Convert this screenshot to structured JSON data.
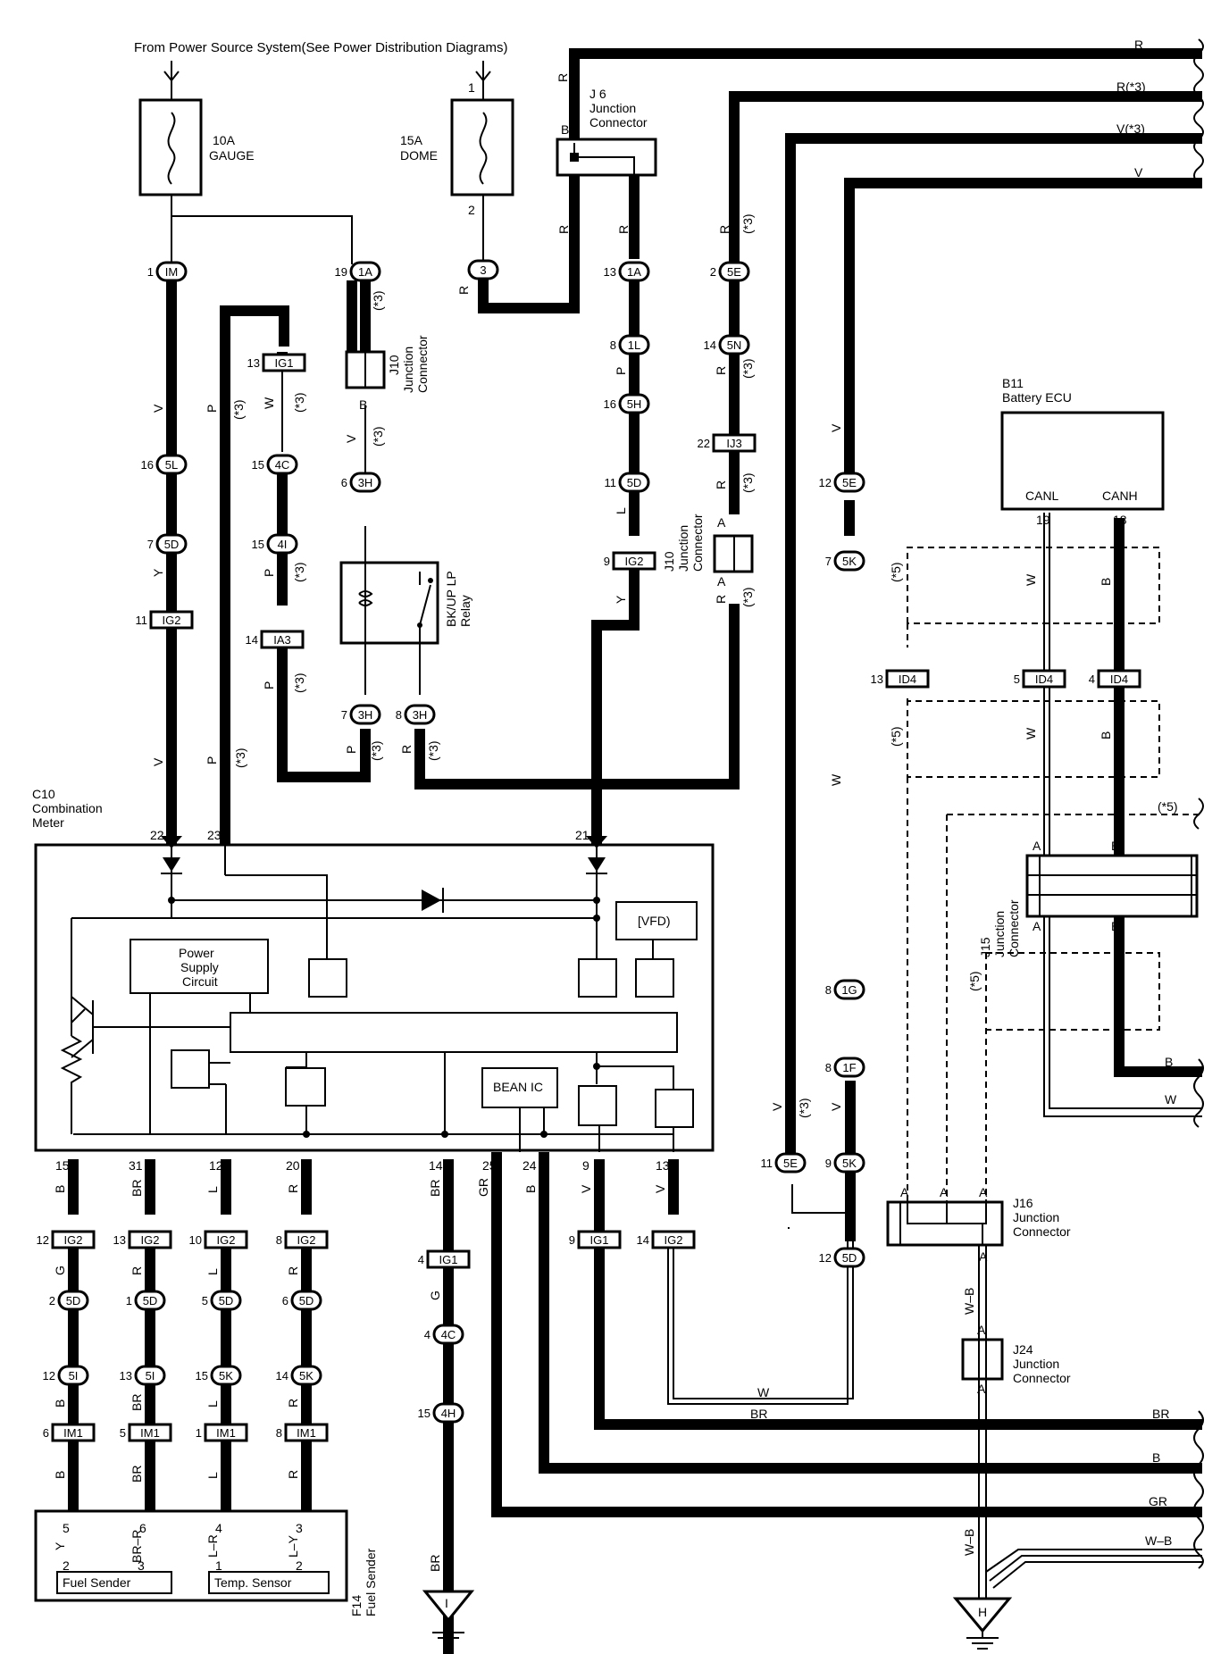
{
  "header": "From Power Source System(See Power Distribution Diagrams)",
  "fuses": [
    {
      "id": "fuse-gauge",
      "rating": "10A",
      "name": "GAUGE",
      "pins": [
        "",
        ""
      ]
    },
    {
      "id": "fuse-dome",
      "rating": "15A",
      "name": "DOME",
      "pins": [
        "1",
        "2"
      ]
    }
  ],
  "components": {
    "j6": [
      "J 6",
      "Junction",
      "Connector"
    ],
    "j10a": [
      "J10",
      "Junction",
      "Connector"
    ],
    "j10b": [
      "J10",
      "Junction",
      "Connector"
    ],
    "relay": [
      "BK/UP LP",
      "Relay"
    ],
    "b11": [
      "B11",
      "Battery ECU"
    ],
    "c10": [
      "C10",
      "Combination",
      "Meter"
    ],
    "j15": [
      "J15",
      "Junction",
      "Connector"
    ],
    "j16": [
      "J16",
      "Junction",
      "Connector"
    ],
    "j24": [
      "J24",
      "Junction",
      "Connector"
    ],
    "f14": [
      "F14",
      "Fuel Sender"
    ]
  },
  "internal": {
    "power_supply": [
      "Power",
      "Supply",
      "Circuit"
    ],
    "vfd": "[VFD)",
    "bean": "BEAN IC",
    "canl": "CANL",
    "canh": "CANH",
    "fuel_sender": "Fuel Sender",
    "temp_sensor": "Temp. Sensor"
  },
  "right_wires": [
    "R",
    "R(*3)",
    "V(*3)",
    "V"
  ],
  "bottom_wires": [
    "BR",
    "B",
    "GR",
    "W–B"
  ],
  "grounds": [
    "I",
    "H"
  ],
  "connectors": [
    {
      "id": "1m",
      "label": "IM",
      "pin": "1"
    },
    {
      "id": "1a-19",
      "label": "1A",
      "pin": "19"
    },
    {
      "id": "c3",
      "label": "3",
      "pin": ""
    },
    {
      "id": "1a-13",
      "label": "1A",
      "pin": "13"
    },
    {
      "id": "5e-2",
      "label": "5E",
      "pin": "2"
    },
    {
      "id": "ig1-13",
      "label": "IG1",
      "pin": "13"
    },
    {
      "id": "1l",
      "label": "1L",
      "pin": "8"
    },
    {
      "id": "5n",
      "label": "5N",
      "pin": "14"
    },
    {
      "id": "5h",
      "label": "5H",
      "pin": "16"
    },
    {
      "id": "ij3",
      "label": "IJ3",
      "pin": "22"
    },
    {
      "id": "5l",
      "label": "5L",
      "pin": "16"
    },
    {
      "id": "4c-15",
      "label": "4C",
      "pin": "15"
    },
    {
      "id": "3h-6",
      "label": "3H",
      "pin": "6"
    },
    {
      "id": "5d-11",
      "label": "5D",
      "pin": "11"
    },
    {
      "id": "5e-12",
      "label": "5E",
      "pin": "12"
    },
    {
      "id": "5d-7",
      "label": "5D",
      "pin": "7"
    },
    {
      "id": "4i",
      "label": "4I",
      "pin": "15"
    },
    {
      "id": "ig2-9",
      "label": "IG2",
      "pin": "9"
    },
    {
      "id": "5k-7",
      "label": "5K",
      "pin": "7"
    },
    {
      "id": "ig2-11",
      "label": "IG2",
      "pin": "11"
    },
    {
      "id": "ia3",
      "label": "IA3",
      "pin": "14"
    },
    {
      "id": "3h-7",
      "label": "3H",
      "pin": "7"
    },
    {
      "id": "3h-8",
      "label": "3H",
      "pin": "8"
    },
    {
      "id": "id4-13",
      "label": "ID4",
      "pin": "13"
    },
    {
      "id": "id4-5",
      "label": "ID4",
      "pin": "5"
    },
    {
      "id": "id4-4",
      "label": "ID4",
      "pin": "4"
    },
    {
      "id": "1g",
      "label": "1G",
      "pin": "8"
    },
    {
      "id": "1f",
      "label": "1F",
      "pin": "8"
    },
    {
      "id": "5e-11",
      "label": "5E",
      "pin": "11"
    },
    {
      "id": "5k-9",
      "label": "5K",
      "pin": "9"
    },
    {
      "id": "5d-12",
      "label": "5D",
      "pin": "12"
    },
    {
      "id": "ig2-12",
      "label": "IG2",
      "pin": "12"
    },
    {
      "id": "ig2-13",
      "label": "IG2",
      "pin": "13"
    },
    {
      "id": "ig2-10",
      "label": "IG2",
      "pin": "10"
    },
    {
      "id": "ig2-8",
      "label": "IG2",
      "pin": "8"
    },
    {
      "id": "ig1-4",
      "label": "IG1",
      "pin": "4"
    },
    {
      "id": "ig1-9",
      "label": "IG1",
      "pin": "9"
    },
    {
      "id": "ig2-14",
      "label": "IG2",
      "pin": "14"
    },
    {
      "id": "5d-2",
      "label": "5D",
      "pin": "2"
    },
    {
      "id": "5d-1",
      "label": "5D",
      "pin": "1"
    },
    {
      "id": "5d-5",
      "label": "5D",
      "pin": "5"
    },
    {
      "id": "5d-6",
      "label": "5D",
      "pin": "6"
    },
    {
      "id": "4c-4",
      "label": "4C",
      "pin": "4"
    },
    {
      "id": "5i-12",
      "label": "5I",
      "pin": "12"
    },
    {
      "id": "5i-13",
      "label": "5I",
      "pin": "13"
    },
    {
      "id": "5k-15",
      "label": "5K",
      "pin": "15"
    },
    {
      "id": "5k-14",
      "label": "5K",
      "pin": "14"
    },
    {
      "id": "4h",
      "label": "4H",
      "pin": "15"
    },
    {
      "id": "im1-6",
      "label": "IM1",
      "pin": "6"
    },
    {
      "id": "im1-5",
      "label": "IM1",
      "pin": "5"
    },
    {
      "id": "im1-1",
      "label": "IM1",
      "pin": "1"
    },
    {
      "id": "im1-8",
      "label": "IM1",
      "pin": "8"
    }
  ],
  "labels": [
    {
      "id": "j6-b",
      "t": "B"
    },
    {
      "id": "r-j6-top",
      "t": "R"
    },
    {
      "id": "j6-b2",
      "t": "B"
    },
    {
      "id": "r-j6l",
      "t": "R"
    },
    {
      "id": "r-j6r",
      "t": "R"
    },
    {
      "id": "r-5e-col",
      "t": "R"
    },
    {
      "id": "s3-5e",
      "t": "(*3)"
    },
    {
      "id": "r-dome",
      "t": "R"
    },
    {
      "id": "v-1a",
      "t": "V"
    },
    {
      "id": "s3-1a",
      "t": "(*3)"
    },
    {
      "id": "b-j10a1",
      "t": "B"
    },
    {
      "id": "b-j10a2",
      "t": "B"
    },
    {
      "id": "v-3h",
      "t": "V"
    },
    {
      "id": "s3-3h",
      "t": "(*3)"
    },
    {
      "id": "v-main",
      "t": "V"
    },
    {
      "id": "y-5d",
      "t": "Y"
    },
    {
      "id": "v-c22",
      "t": "V"
    },
    {
      "id": "p-23",
      "t": "P"
    },
    {
      "id": "s3-p23",
      "t": "(*3)"
    },
    {
      "id": "p-23b",
      "t": "P"
    },
    {
      "id": "s3-p23b",
      "t": "(*3)"
    },
    {
      "id": "w-ig1",
      "t": "W"
    },
    {
      "id": "s3-ig1",
      "t": "(*3)"
    },
    {
      "id": "p-4i",
      "t": "P"
    },
    {
      "id": "s3-4i",
      "t": "(*3)"
    },
    {
      "id": "p-ia3",
      "t": "P"
    },
    {
      "id": "s3-ia3",
      "t": "(*3)"
    },
    {
      "id": "p-3h7",
      "t": "P"
    },
    {
      "id": "s3-3h7",
      "t": "(*3)"
    },
    {
      "id": "r-3h8",
      "t": "R"
    },
    {
      "id": "s3-3h8",
      "t": "(*3)"
    },
    {
      "id": "p-1l",
      "t": "P"
    },
    {
      "id": "l-5d",
      "t": "L"
    },
    {
      "id": "y-ig2",
      "t": "Y"
    },
    {
      "id": "r-5n",
      "t": "R"
    },
    {
      "id": "s3-5n",
      "t": "(*3)"
    },
    {
      "id": "r-ij3",
      "t": "R"
    },
    {
      "id": "s3-ij3",
      "t": "(*3)"
    },
    {
      "id": "a-j10b1",
      "t": "A"
    },
    {
      "id": "a-j10b2",
      "t": "A"
    },
    {
      "id": "r-j10b",
      "t": "R"
    },
    {
      "id": "s3-j10b",
      "t": "(*3)"
    },
    {
      "id": "v-5e",
      "t": "V"
    },
    {
      "id": "w-5k",
      "t": "W"
    },
    {
      "id": "v-1f",
      "t": "V"
    },
    {
      "id": "v-5e11",
      "t": "V"
    },
    {
      "id": "s3-5e11",
      "t": "(*3)"
    },
    {
      "id": "b11-19",
      "t": "19"
    },
    {
      "id": "b11-18",
      "t": "18"
    },
    {
      "id": "w-canl",
      "t": "W"
    },
    {
      "id": "b-canh",
      "t": "B"
    },
    {
      "id": "s5-1",
      "t": "(*5)"
    },
    {
      "id": "w-id4",
      "t": "W"
    },
    {
      "id": "b-id4",
      "t": "B"
    },
    {
      "id": "s5-2",
      "t": "(*5)"
    },
    {
      "id": "s5-3",
      "t": "(*5)"
    },
    {
      "id": "s5-4",
      "t": "(*5)"
    },
    {
      "id": "j15-a1",
      "t": "A"
    },
    {
      "id": "j15-b1",
      "t": "B"
    },
    {
      "id": "j15-a2",
      "t": "A"
    },
    {
      "id": "j15-b2",
      "t": "B"
    },
    {
      "id": "b-right",
      "t": "B"
    },
    {
      "id": "w-right",
      "t": "W"
    },
    {
      "id": "j16-a1",
      "t": "A"
    },
    {
      "id": "j16-a2",
      "t": "A"
    },
    {
      "id": "j16-a3",
      "t": "A"
    },
    {
      "id": "j16-a4",
      "t": "A"
    },
    {
      "id": "wb-j16",
      "t": "W–B"
    },
    {
      "id": "j24-a1",
      "t": "A"
    },
    {
      "id": "j24-a2",
      "t": "A"
    },
    {
      "id": "wb-gnd",
      "t": "W–B"
    },
    {
      "id": "c-22",
      "t": "22"
    },
    {
      "id": "c-23",
      "t": "23"
    },
    {
      "id": "c-21",
      "t": "21"
    },
    {
      "id": "c-15",
      "t": "15"
    },
    {
      "id": "c-31",
      "t": "31"
    },
    {
      "id": "c-12",
      "t": "12"
    },
    {
      "id": "c-20",
      "t": "20"
    },
    {
      "id": "c-14",
      "t": "14"
    },
    {
      "id": "c-25",
      "t": "25"
    },
    {
      "id": "c-24",
      "t": "24"
    },
    {
      "id": "c-9",
      "t": "9"
    },
    {
      "id": "c-13",
      "t": "13"
    },
    {
      "id": "w15b",
      "t": "B"
    },
    {
      "id": "w31br",
      "t": "BR"
    },
    {
      "id": "w12l",
      "t": "L"
    },
    {
      "id": "w20r",
      "t": "R"
    },
    {
      "id": "w14br",
      "t": "BR"
    },
    {
      "id": "w25gr",
      "t": "GR"
    },
    {
      "id": "w24b",
      "t": "B"
    },
    {
      "id": "w9v",
      "t": "V"
    },
    {
      "id": "w13v",
      "t": "V"
    },
    {
      "id": "g-5d2",
      "t": "G"
    },
    {
      "id": "r-5d1",
      "t": "R"
    },
    {
      "id": "l-5d5",
      "t": "L"
    },
    {
      "id": "r-5d6",
      "t": "R"
    },
    {
      "id": "g-4c",
      "t": "G"
    },
    {
      "id": "b-5i",
      "t": "B"
    },
    {
      "id": "br-5i",
      "t": "BR"
    },
    {
      "id": "l-5k",
      "t": "L"
    },
    {
      "id": "r-5k",
      "t": "R"
    },
    {
      "id": "b-im1",
      "t": "B"
    },
    {
      "id": "br-im1",
      "t": "BR"
    },
    {
      "id": "l-im1",
      "t": "L"
    },
    {
      "id": "r-im1",
      "t": "R"
    },
    {
      "id": "f-5",
      "t": "5"
    },
    {
      "id": "f-6",
      "t": "6"
    },
    {
      "id": "f-4",
      "t": "4"
    },
    {
      "id": "f-3",
      "t": "3"
    },
    {
      "id": "f-y",
      "t": "Y"
    },
    {
      "id": "f-brr",
      "t": "BR–R"
    },
    {
      "id": "f-lr",
      "t": "L–R"
    },
    {
      "id": "f-ly",
      "t": "L–Y"
    },
    {
      "id": "f-2a",
      "t": "2"
    },
    {
      "id": "f-3b",
      "t": "3"
    },
    {
      "id": "f-1",
      "t": "1"
    },
    {
      "id": "f-2b",
      "t": "2"
    },
    {
      "id": "br-gnd",
      "t": "BR"
    },
    {
      "id": "w-bottom",
      "t": "W"
    },
    {
      "id": "br-bottom",
      "t": "BR"
    }
  ]
}
